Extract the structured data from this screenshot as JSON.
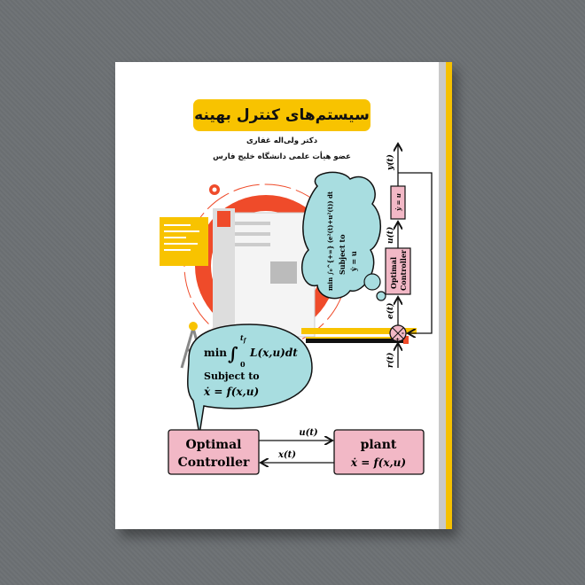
{
  "cover": {
    "title": "سیستم‌های کنترل بهینه",
    "author": "دکتر ولی‌اله غفاری",
    "affiliation": "عضو هیأت علمی دانشگاه خلیج فارس",
    "colors": {
      "title_bg": "#f8c300",
      "block_fill": "#f2b8c6",
      "bubble_fill": "#a8dde0",
      "accent_red": "#ef4b2a"
    }
  },
  "bubble_main": {
    "line1_min": "min",
    "line1_expr": "L(x,u)dt",
    "integral_upper": "t",
    "integral_upper_sub": "f",
    "integral_lower": "0",
    "line2": "Subject to",
    "line3": "ẋ = f(x,u)"
  },
  "bubble_small": {
    "line1": "min ∫₀^{+∞} (e²(t)+u²(t)) dt",
    "line2": "Subject to",
    "line3": "ẏ = u"
  },
  "loop_diagram": {
    "controller_label": "Optimal",
    "controller_label2": "Controller",
    "plant_label": "plant",
    "plant_eq": "ẋ = f(x,u)",
    "forward_signal": "u(t)",
    "feedback_signal": "x(t)"
  },
  "feedback_diagram": {
    "reference": "r(t)",
    "error": "e(t)",
    "control": "u(t)",
    "output": "y(t)",
    "controller_label": "Optimal",
    "controller_label2": "Controller",
    "plant_eq": "ẏ = u",
    "sum_plus": "+",
    "sum_minus": "-"
  }
}
